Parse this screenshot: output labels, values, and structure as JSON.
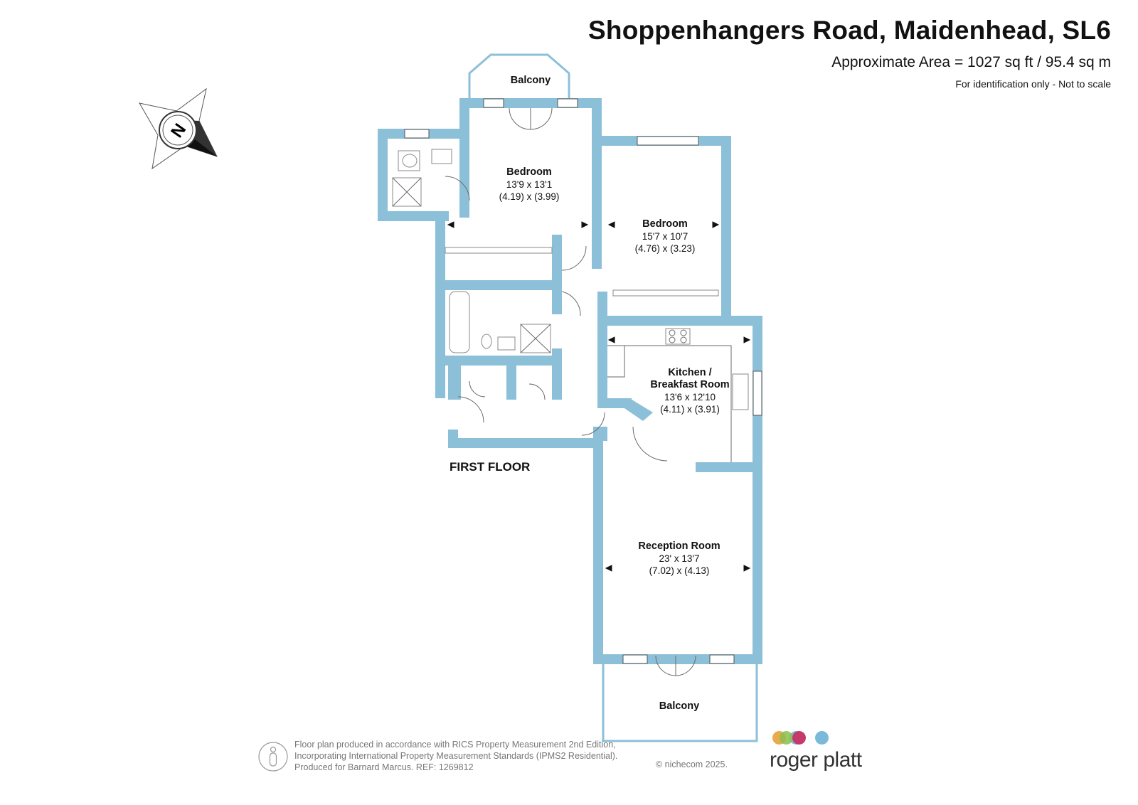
{
  "header": {
    "title": "Shoppenhangers Road, Maidenhead, SL6",
    "area": "Approximate Area = 1027 sq ft / 95.4 sq m",
    "note": "For identification only - Not to scale"
  },
  "compass": {
    "letter": "N",
    "icon": "compass-rose-icon"
  },
  "rooms": [
    {
      "id": "balcony_top",
      "name": "Balcony"
    },
    {
      "id": "bedroom1",
      "name": "Bedroom",
      "imperial": "13'9 x 13'1",
      "metric": "(4.19) x (3.99)"
    },
    {
      "id": "bedroom2",
      "name": "Bedroom",
      "imperial": "15'7 x 10'7",
      "metric": "(4.76) x (3.23)"
    },
    {
      "id": "kitchen",
      "name_line1": "Kitchen /",
      "name_line2": "Breakfast Room",
      "imperial": "13'6 x 12'10",
      "metric": "(4.11) x (3.91)"
    },
    {
      "id": "reception",
      "name": "Reception Room",
      "imperial": "23' x 13'7",
      "metric": "(7.02) x (4.13)"
    },
    {
      "id": "balcony_bottom",
      "name": "Balcony"
    }
  ],
  "floor_label": "FIRST FLOOR",
  "colors": {
    "wall": "#8cc0d8",
    "text": "#111111",
    "footer_text": "#777777"
  },
  "footer": {
    "line1": "Floor plan produced in accordance with RICS Property Measurement 2nd Edition,",
    "line2": "Incorporating International Property Measurement Standards (IPMS2 Residential).",
    "line3": "Produced for Barnard Marcus.   REF:  1269812",
    "copyright": "© nichecom 2025.",
    "icon": "person-icon"
  },
  "logo": {
    "text": "roger platt",
    "dot_colors": [
      "#e8a13c",
      "#8bbf4a",
      "#c43a6b",
      "#7bb9d9"
    ]
  }
}
